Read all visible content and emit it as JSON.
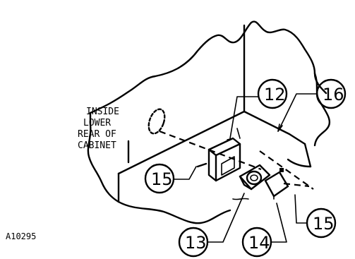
{
  "location_label": [
    "INSIDE",
    "LOWER",
    "REAR OF",
    "CABINET"
  ],
  "figure_id": "A10295",
  "callouts": [
    {
      "id": "12",
      "text": "12"
    },
    {
      "id": "16",
      "text": "16"
    },
    {
      "id": "15-left",
      "text": "15"
    },
    {
      "id": "13",
      "text": "13"
    },
    {
      "id": "14",
      "text": "14"
    },
    {
      "id": "15-right",
      "text": "15"
    }
  ]
}
